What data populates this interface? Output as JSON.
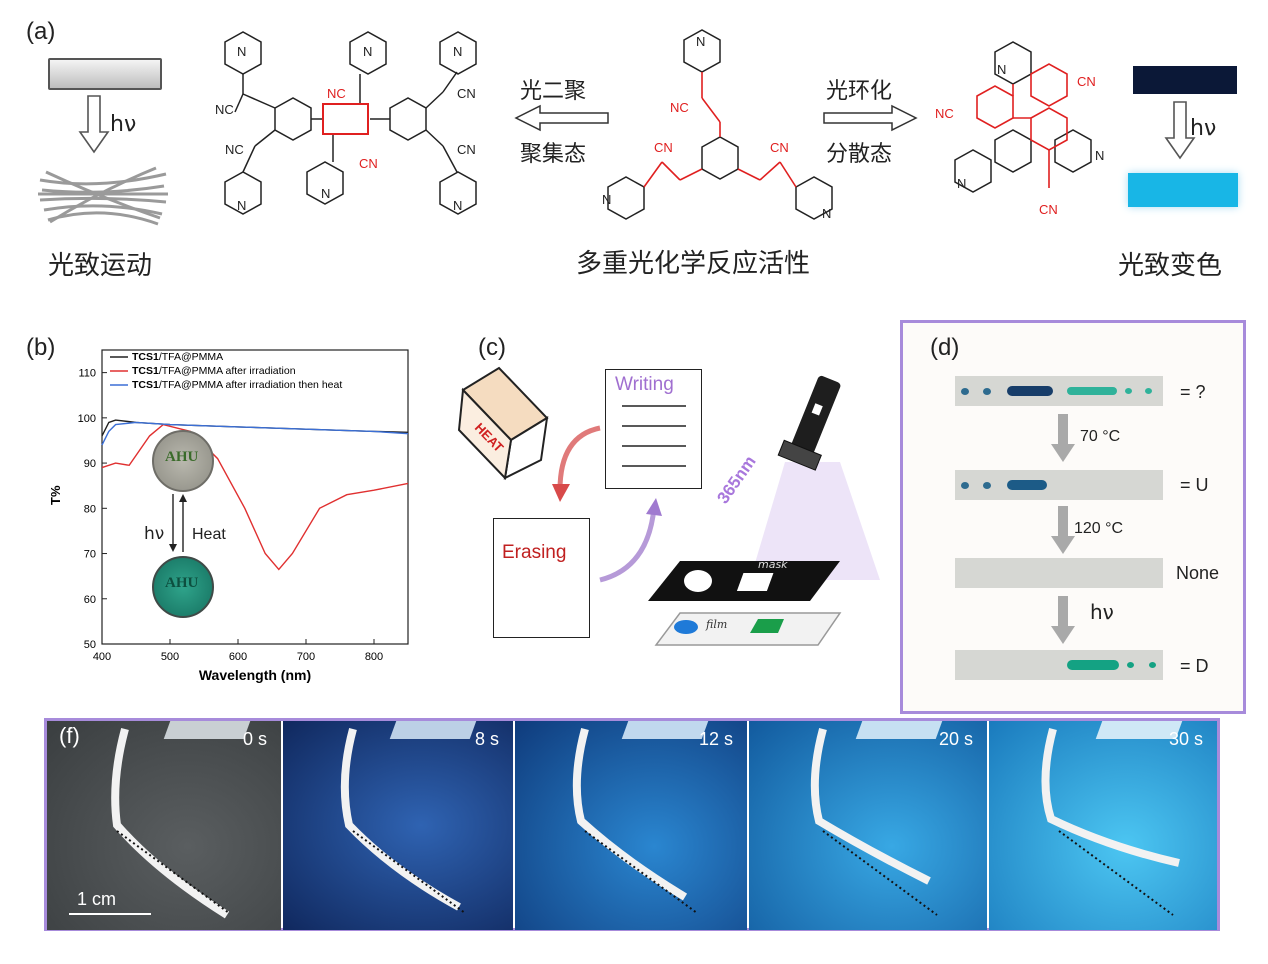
{
  "panel_a": {
    "label": "(a)",
    "hv": "hν",
    "left_caption": "光致运动",
    "center_caption": "多重光化学反应活性",
    "right_caption": "光致变色",
    "left_arrow_top": "光二聚",
    "left_arrow_bottom": "聚集态",
    "right_arrow_top": "光环化",
    "right_arrow_bottom": "分散态",
    "cn": "CN",
    "nc": "NC",
    "n": "N"
  },
  "panel_b": {
    "label": "(b)",
    "legend_bold": "TCS1",
    "legend": [
      "/TFA@PMMA",
      "/TFA@PMMA after irradiation",
      "/TFA@PMMA after irradiation then heat"
    ],
    "inset_text": "AHU",
    "inset_hv": "hν",
    "inset_heat": "Heat",
    "chart_data": {
      "type": "line",
      "xlabel": "Wavelength (nm)",
      "ylabel": "T%",
      "xlim": [
        400,
        850
      ],
      "ylim": [
        50,
        115
      ],
      "xticks": [
        400,
        500,
        600,
        700,
        800
      ],
      "yticks": [
        50,
        60,
        70,
        80,
        90,
        100,
        110
      ],
      "series": [
        {
          "name": "TCS1/TFA@PMMA",
          "color": "#222222",
          "x": [
            400,
            410,
            420,
            450,
            500,
            600,
            700,
            800,
            850
          ],
          "y": [
            96,
            99,
            99.5,
            99,
            98.5,
            98,
            97.5,
            97,
            96.8
          ]
        },
        {
          "name": "TCS1/TFA@PMMA after irradiation",
          "color": "#e03030",
          "x": [
            400,
            420,
            440,
            470,
            490,
            530,
            570,
            610,
            640,
            660,
            680,
            720,
            760,
            800,
            850
          ],
          "y": [
            89,
            90,
            89.5,
            96,
            98.5,
            97,
            91,
            80,
            70,
            66.5,
            70,
            80,
            83,
            84,
            85.5
          ]
        },
        {
          "name": "TCS1/TFA@PMMA after irradiation then heat",
          "color": "#3b6fd6",
          "x": [
            400,
            410,
            420,
            450,
            500,
            600,
            700,
            800,
            850
          ],
          "y": [
            94,
            97,
            98.5,
            99,
            98.5,
            98,
            97.5,
            97,
            96.5
          ]
        }
      ]
    }
  },
  "panel_c": {
    "label": "(c)",
    "heat": "HEAT",
    "writing": "Writing",
    "erasing": "Erasing",
    "uv": "365nm",
    "mask": "mask",
    "film": "film"
  },
  "panel_d": {
    "label": "(d)",
    "results": [
      "= ?",
      "= U",
      "None",
      "= D"
    ],
    "steps": [
      "70 °C",
      "120 °C",
      "hν"
    ]
  },
  "panel_f": {
    "label": "(f)",
    "scale": "1 cm",
    "times": [
      "0 s",
      "8 s",
      "12 s",
      "20 s",
      "30 s"
    ]
  }
}
